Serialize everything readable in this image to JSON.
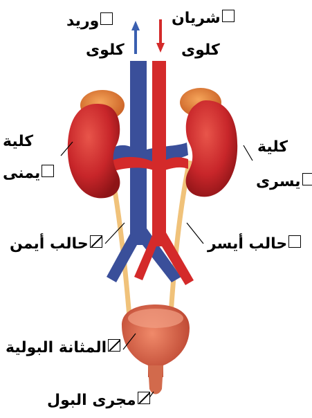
{
  "labels": {
    "renal_vein_1": "وريد",
    "renal_vein_2": "كلوى",
    "renal_artery_1": "شريان",
    "renal_artery_2": "كلوى",
    "right_kidney_1": "كلية",
    "right_kidney_2": "يمنى",
    "left_kidney_1": "كلية",
    "left_kidney_2": "يسرى",
    "right_ureter": "حالب أيمن",
    "left_ureter": "حالب أيسر",
    "bladder": "المثانة البولية",
    "urethra": "مجرى البول"
  },
  "colors": {
    "kidney": "#c8262a",
    "artery": "#d42a2a",
    "vein": "#3a4f9a",
    "ureter": "#f0c27a",
    "adrenal": "#e07a3a",
    "bladder": "#d85a45"
  }
}
